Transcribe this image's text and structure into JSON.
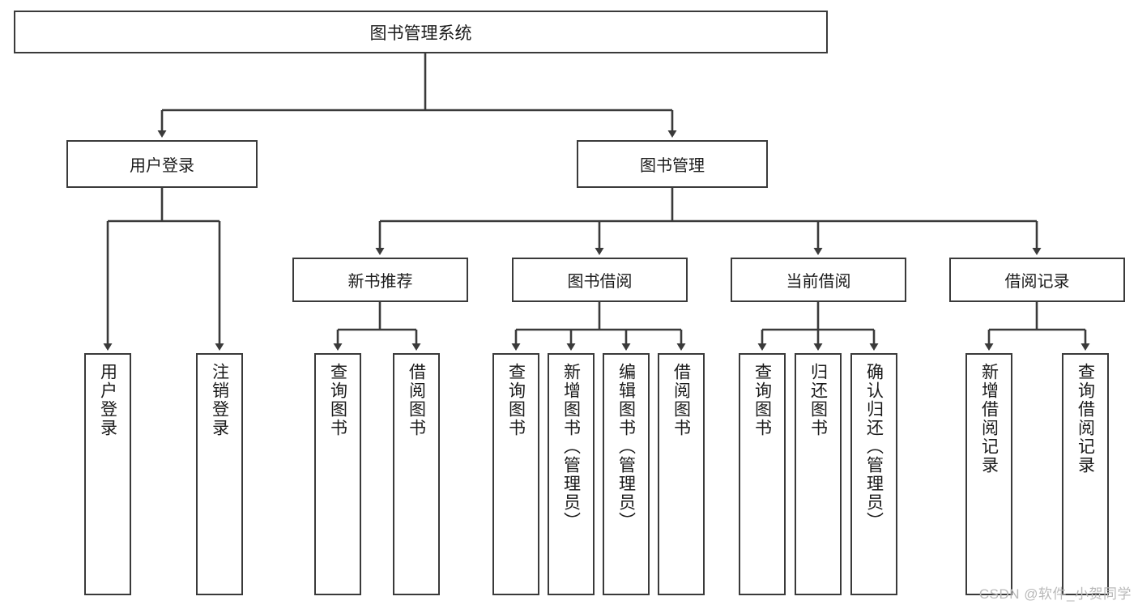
{
  "diagram": {
    "title": "图书管理系统",
    "type": "tree",
    "watermark": "CSDN @软件_小贺同学",
    "colors": {
      "box_border": "#3a3a3a",
      "box_fill": "#ffffff",
      "connector": "#3a3a3a",
      "text": "#1b1b1b",
      "watermark": "#b9b9b9"
    },
    "root": {
      "label": "图书管理系统"
    },
    "level2": [
      {
        "label": "用户登录"
      },
      {
        "label": "图书管理"
      }
    ],
    "level3": [
      {
        "label": "新书推荐"
      },
      {
        "label": "图书借阅"
      },
      {
        "label": "当前借阅"
      },
      {
        "label": "借阅记录"
      }
    ],
    "leaves": {
      "user_login": [
        {
          "label": "用户登录"
        },
        {
          "label": "注销登录"
        }
      ],
      "new_book_recommend": [
        {
          "label": "查询图书"
        },
        {
          "label": "借阅图书"
        }
      ],
      "book_borrow": [
        {
          "label": "查询图书"
        },
        {
          "label": "新增图书（管理员）"
        },
        {
          "label": "编辑图书（管理员）"
        },
        {
          "label": "借阅图书"
        }
      ],
      "current_borrow": [
        {
          "label": "查询图书"
        },
        {
          "label": "归还图书"
        },
        {
          "label": "确认归还（管理员）"
        }
      ],
      "borrow_record": [
        {
          "label": "新增借阅记录"
        },
        {
          "label": "查询借阅记录"
        }
      ]
    }
  }
}
